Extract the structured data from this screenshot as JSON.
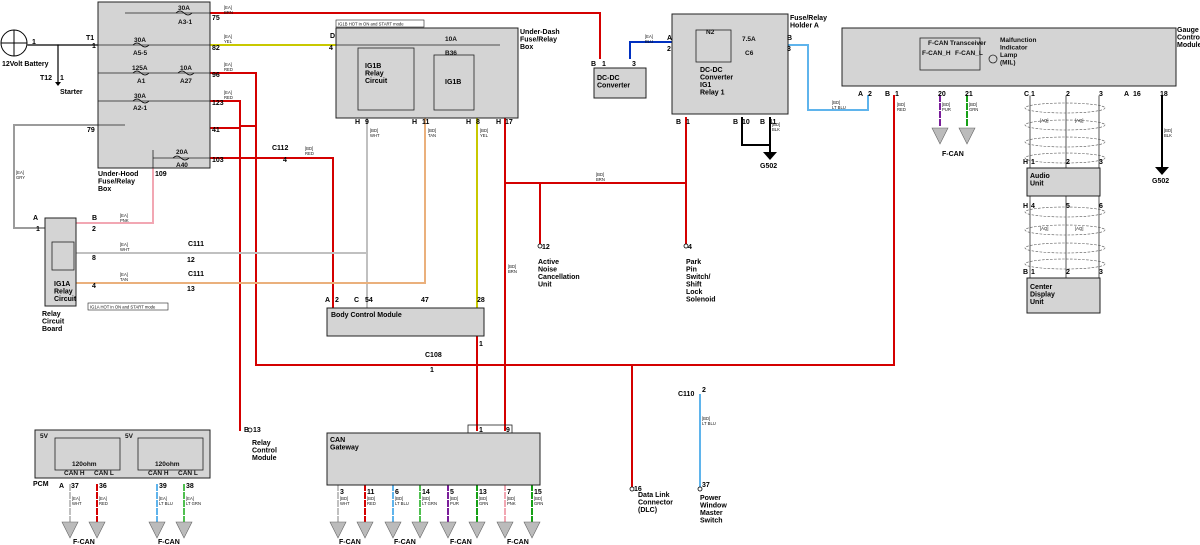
{
  "components": {
    "battery": "12Volt\nBattery",
    "starter": "Starter",
    "under_hood_box": "Under-Hood\nFuse/Relay\nBox",
    "under_dash_box": "Under-Dash\nFuse/Relay\nBox",
    "fuse_relay_holder": "Fuse/Relay\nHolder A",
    "gauge_module": "Gauge\nControl\nModule",
    "dcdc_converter": "DC-DC\nConverter",
    "dcdc_relay": "DC-DC\nConverter\nIG1\nRelay 1",
    "ig1b_relay": "IG1B\nRelay\nCircuit",
    "ig1b_label": "IG1B",
    "relay_circuit_board": "Relay\nCircuit\nBoard",
    "ig1a_relay": "IG1A\nRelay\nCircuit",
    "body_control_module": "Body Control Module",
    "can_gateway": "CAN\nGateway",
    "pcm": "PCM",
    "audio_unit": "Audio\nUnit",
    "center_display": "Center\nDisplay\nUnit",
    "active_noise": "Active\nNoise\nCancellation\nUnit",
    "park_pin": "Park\nPin\nSwitch/\nShift\nLock\nSolenoid",
    "relay_control_module": "Relay\nControl\nModule",
    "dlc": "Data Link\nConnector\n(DLC)",
    "power_window": "Power\nWindow\nMaster\nSwitch",
    "g502_a": "G502",
    "g502_b": "G502",
    "fcan_transceiver": "F-CAN Transceiver",
    "fcan_h": "F-CAN_H",
    "fcan_l": "F-CAN_L",
    "mil": "Malfunction\nIndicator\nLamp\n(MIL)",
    "n2": "N2",
    "ohm_120_a": "120ohm",
    "ohm_120_b": "120ohm",
    "can_h_a": "CAN H",
    "can_l_a": "CAN L",
    "can_h_b": "CAN H",
    "can_l_b": "CAN L",
    "v5_a": "5V",
    "v5_b": "5V"
  },
  "notes": {
    "ig1b_note": "IG1B HOT in ON and START mode",
    "ig1a_note": "IG1A HOT in ON and START mode"
  },
  "fuses": {
    "a3_1": [
      "30A",
      "A3-1"
    ],
    "a5_5": [
      "30A",
      "A5-5"
    ],
    "a1": [
      "125A",
      "A1"
    ],
    "a27": [
      "10A",
      "A27"
    ],
    "a2_1": [
      "30A",
      "A2-1"
    ],
    "a40": [
      "20A",
      "A40"
    ],
    "b36": [
      "10A",
      "B36"
    ],
    "c6": [
      "7.5A",
      "C6"
    ]
  },
  "connectors": {
    "c112": "C112",
    "c111a": "C111",
    "c111b": "C111",
    "c108": "C108",
    "c110": "C110",
    "t1": "T1",
    "t12": "T12"
  },
  "pins": {
    "bat1": "1",
    "t12_1": "1",
    "uh_1": "1",
    "uh_75": "75",
    "uh_82": "82",
    "uh_96": "96",
    "uh_123": "123",
    "uh_41": "41",
    "uh_103": "103",
    "uh_79": "79",
    "uh_109": "109",
    "ud_D": "D",
    "ud_4": "4",
    "ud_H1": "H",
    "ud_9": "9",
    "ud_H2": "H",
    "ud_11": "11",
    "ud_H3": "H",
    "ud_8": "8",
    "ud_H4": "H",
    "ud_17": "17",
    "dc_B": "B",
    "dc_1": "1",
    "dc_3": "3",
    "fh_A": "A",
    "fh_2": "2",
    "fh_B": "B",
    "fh_3": "3",
    "fh_B1a": "B",
    "fh_1a": "1",
    "fh_B10": "B",
    "fh_10": "10",
    "fh_B11": "B",
    "fh_11": "11",
    "g_A": "A",
    "g_2": "2",
    "g_B1": "B",
    "g_1": "1",
    "g_20": "20",
    "g_21": "21",
    "g_C": "C",
    "g_1b": "1",
    "g_2b": "2",
    "g_3": "3",
    "g_A2": "A",
    "g_16": "16",
    "g_18": "18",
    "rb_A": "A",
    "rb_1": "1",
    "rb_B": "B",
    "rb_2": "2",
    "rb_8": "8",
    "rb_4": "4",
    "c112_4": "4",
    "c111_12": "12",
    "c111_13": "13",
    "c108_1": "1",
    "bcm_A": "A",
    "bcm_2": "2",
    "bcm_C": "C",
    "bcm_54": "54",
    "bcm_47": "47",
    "bcm_28": "28",
    "bcm_1": "1",
    "gw_1": "1",
    "gw_9": "9",
    "gw_3": "3",
    "gw_11": "11",
    "gw_6": "6",
    "gw_14": "14",
    "gw_5": "5",
    "gw_13": "13",
    "gw_7": "7",
    "gw_15": "15",
    "pcm_A": "A",
    "pcm_37": "37",
    "pcm_36": "36",
    "pcm_39": "39",
    "pcm_38": "38",
    "anc_12": "12",
    "pp_4": "4",
    "rcm_B": "B",
    "rcm_13": "13",
    "dlc_16": "16",
    "c110_2": "2",
    "pw_37": "37",
    "au_H": "H",
    "au_1": "1",
    "au_2": "2",
    "au_3": "3",
    "au_H2": "H",
    "au_4": "4",
    "au_5": "5",
    "au_6": "6",
    "cd_B": "B",
    "cd_1": "1",
    "cd_2": "2",
    "cd_3": "3",
    "bc1": "1",
    "bc2": "2",
    "bc3": "3",
    "bc4": "4"
  },
  "wires": {
    "w1": [
      "[EA]",
      "BRN"
    ],
    "w2": [
      "[EA]",
      "YEL"
    ],
    "w3": [
      "[EA]",
      "RED"
    ],
    "w4": [
      "[EA]",
      "RED"
    ],
    "w5": [
      "[EA]",
      "GRY"
    ],
    "w6": [
      "[EA]",
      "PNK"
    ],
    "w7": [
      "[EA]",
      "WHT"
    ],
    "w8": [
      "[EA]",
      "TAN"
    ],
    "w9": [
      "[BD]",
      "RED"
    ],
    "w10": [
      "[BD]",
      "WHT"
    ],
    "w11": [
      "[BD]",
      "TAN"
    ],
    "w12": [
      "[BD]",
      "YEL"
    ],
    "w13": [
      "[BD]",
      "BRN"
    ],
    "w14": [
      "[BD]",
      "BRN"
    ],
    "w15": [
      "[EA]",
      "BLU"
    ],
    "w16": [
      "[BD]",
      "LT BLU"
    ],
    "w17": [
      "[BD]",
      "RED"
    ],
    "w18": [
      "[BD]",
      "BLK"
    ],
    "w19": [
      "[BD]",
      "PUR"
    ],
    "w20": [
      "[BD]",
      "GRN"
    ],
    "w21": [
      "[BD]",
      "BLK"
    ],
    "w22": [
      "[BD]",
      "LT BLU"
    ],
    "w23": [
      "[BD]",
      "WHT"
    ],
    "w24": [
      "[BD]",
      "RED"
    ],
    "w25": [
      "[BD]",
      "LT BLU"
    ],
    "w26": [
      "[BD]",
      "LT GRN"
    ],
    "w27": [
      "[BD]",
      "PUR"
    ],
    "w28": [
      "[BD]",
      "GRN"
    ],
    "w29": [
      "[BD]",
      "PNK"
    ],
    "w30": [
      "[BD]",
      "GRN"
    ],
    "w31": [
      "[EA]",
      "WHT"
    ],
    "w32": [
      "[EA]",
      "RED"
    ],
    "w33": [
      "[EA]",
      "LT BLU"
    ],
    "w34": [
      "[EA]",
      "LT GRN"
    ],
    "w35": [
      "[AQ]"
    ],
    "w36": [
      "[AQ]"
    ],
    "w37": [
      "[AQ]"
    ],
    "w38": [
      "[AQ]"
    ]
  },
  "fcan_label": "F-CAN",
  "wire_colors": {
    "red": "#d40000",
    "yellow": "#c8c800",
    "pink": "#f2a7b3",
    "gray": "#9b9b9b",
    "tan": "#eab07c",
    "white": "#c0c0c0",
    "blue": "#0030c0",
    "ltblue": "#5fb4ec",
    "purple": "#7a1d9a",
    "green": "#16a016",
    "brown": "#8b4a2b",
    "black": "#000000",
    "ltgreen": "#50c050"
  }
}
